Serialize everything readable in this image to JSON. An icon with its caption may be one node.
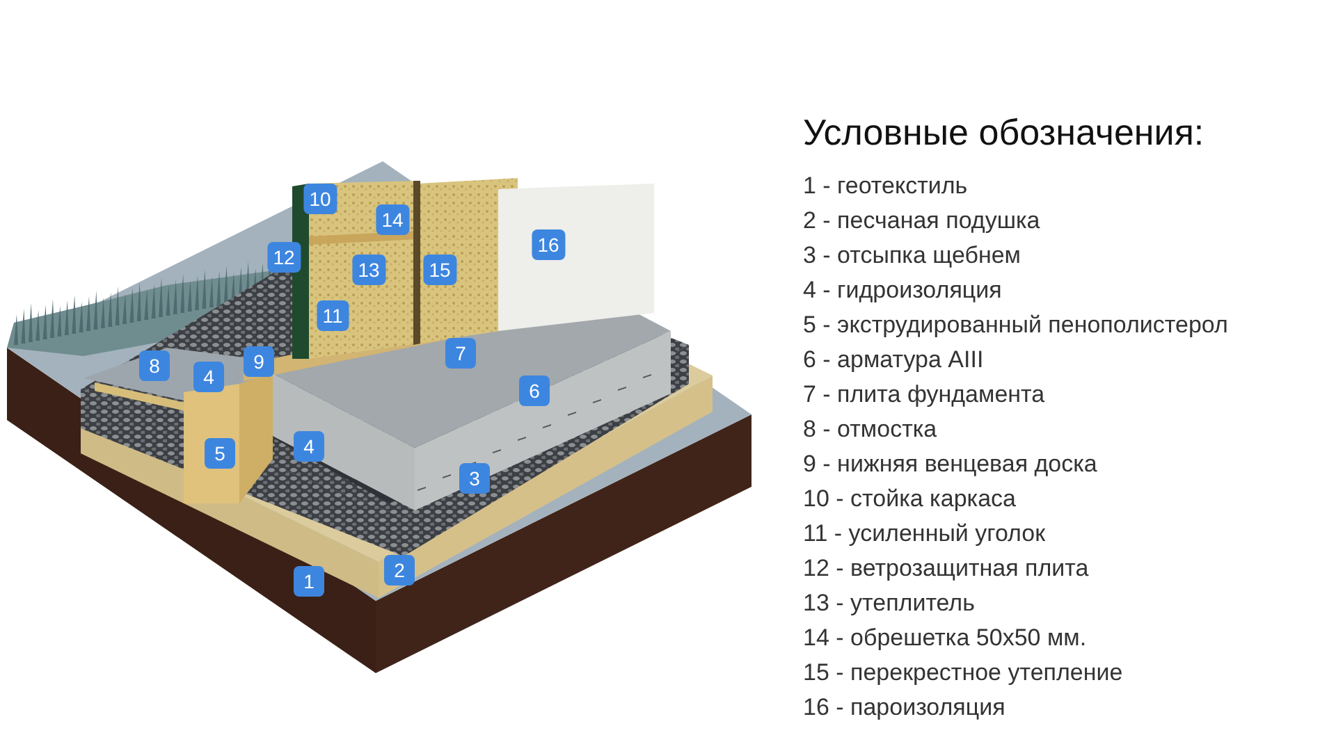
{
  "diagram": {
    "title": "Условные обозначения:",
    "labels": [
      "10",
      "14",
      "12",
      "16",
      "13",
      "15",
      "11",
      "7",
      "8",
      "4",
      "9",
      "6",
      "5",
      "4",
      "3",
      "2",
      "1",
      "1 - геотекстиль",
      "2 - песчаная подушка",
      "3 - отсыпка щебнем",
      "4 - гидроизоляция",
      "5 - экструдированный пенополистерол",
      "6 - арматура AIII",
      "7 - плита фундамента",
      "8 - отмостка",
      "9 - нижняя венцевая доска",
      "10 - стойка каркаса",
      "11 - усиленный уголок",
      "12 - ветрозащитная плита",
      "13 - утеплитель",
      "14 - обрешетка 50х50 мм.",
      "15 - перекрестное утепление",
      "16 - пароизоляция"
    ]
  }
}
